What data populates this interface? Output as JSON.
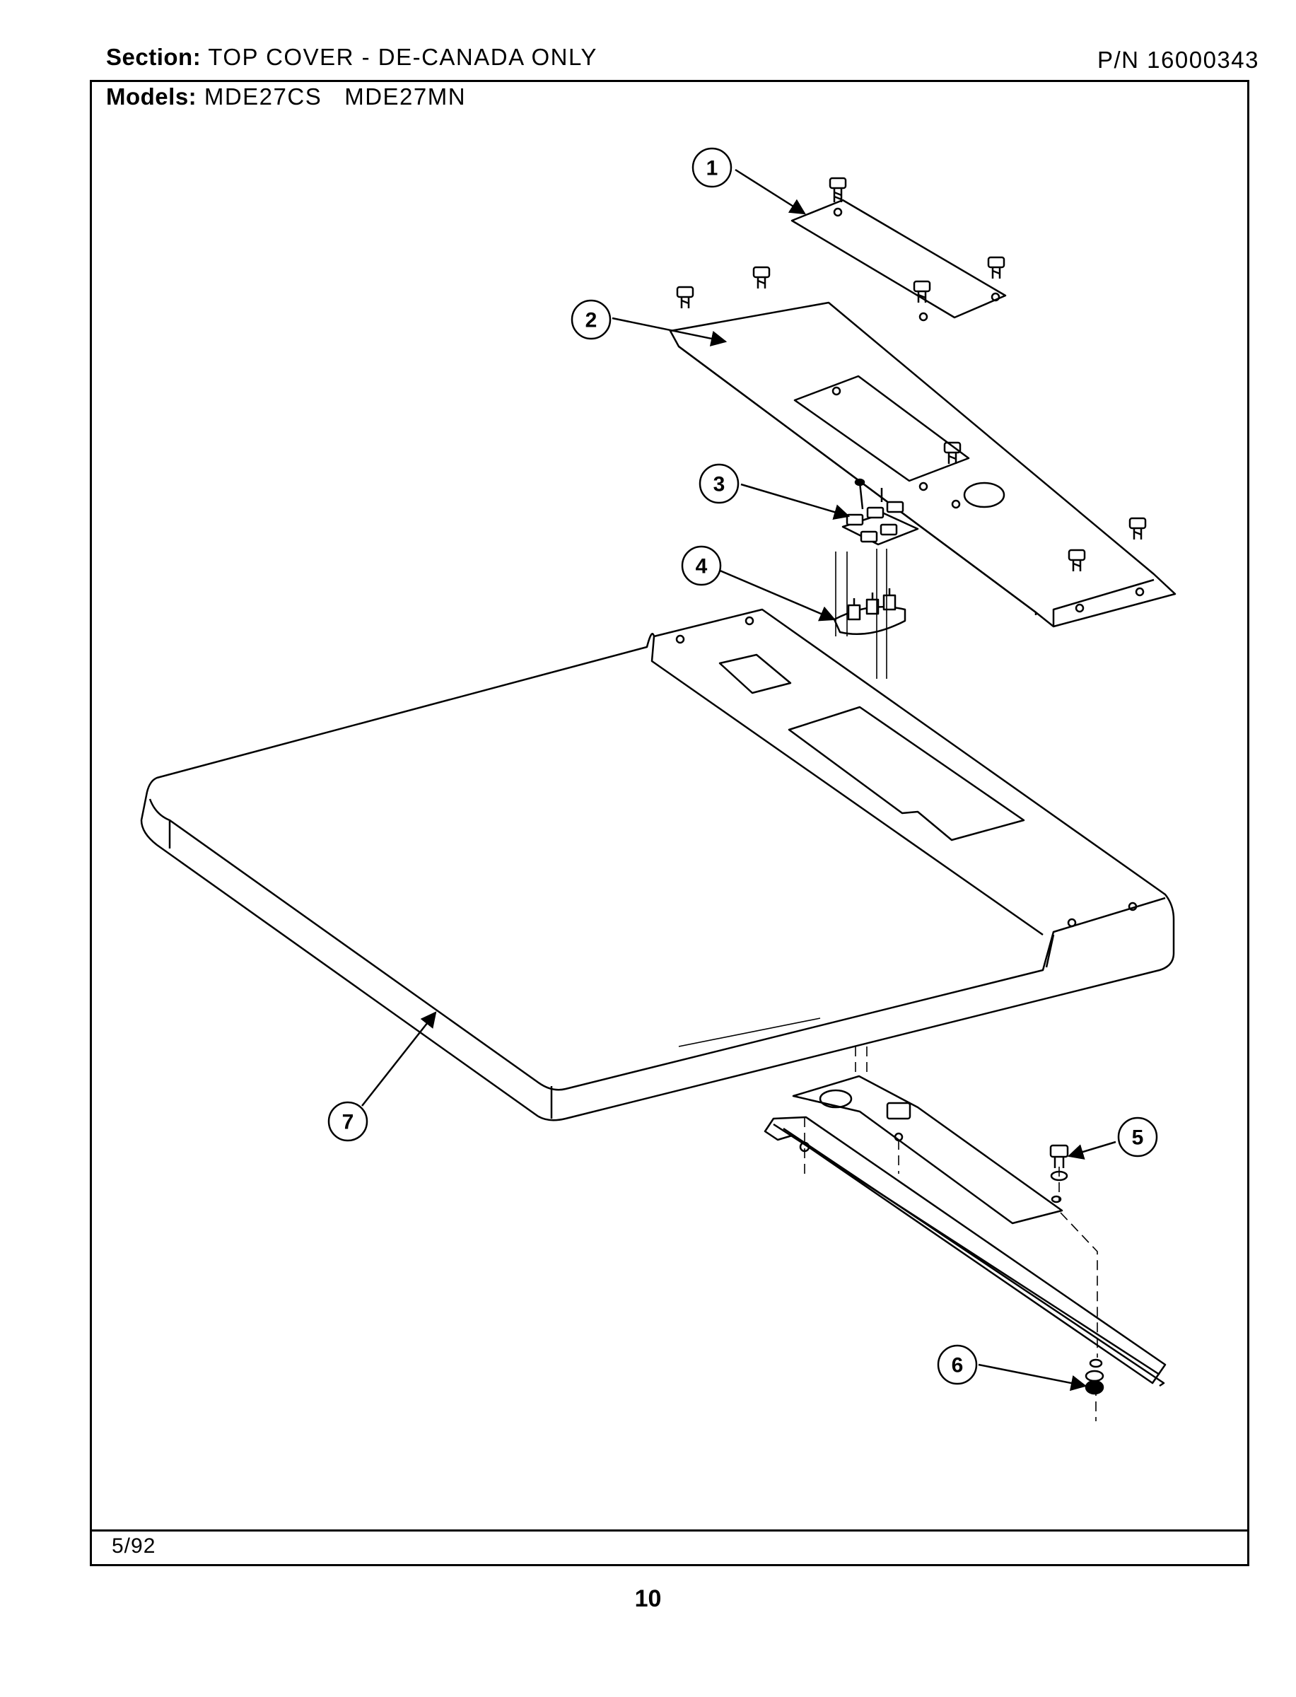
{
  "header": {
    "section_label": "Section:",
    "section_value": "TOP COVER - DE-CANADA ONLY",
    "pn": "P/N 16000343",
    "models_label": "Models:",
    "models_value": "MDE27CS   MDE27MN"
  },
  "callouts": [
    "1",
    "2",
    "3",
    "4",
    "5",
    "6",
    "7"
  ],
  "footer": {
    "date": "5/92",
    "page": "10"
  }
}
